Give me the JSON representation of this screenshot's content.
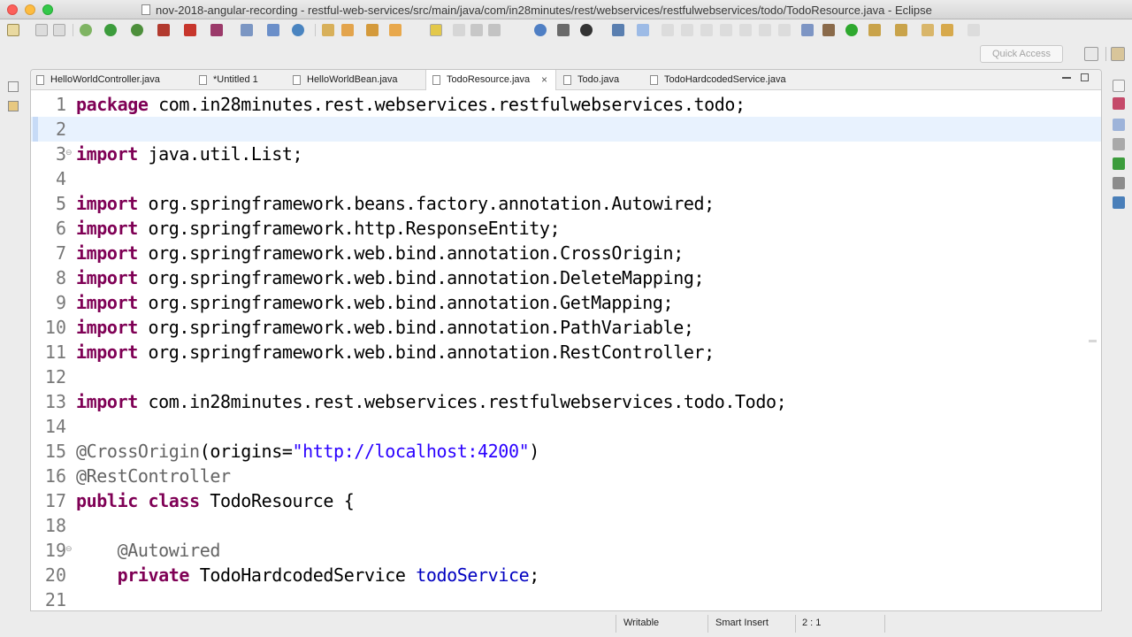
{
  "window": {
    "title": "nov-2018-angular-recording - restful-web-services/src/main/java/com/in28minutes/rest/webservices/restfulwebservices/todo/TodoResource.java - Eclipse"
  },
  "toolbar": {
    "quick_access_placeholder": "Quick Access"
  },
  "tabs": [
    {
      "label": "HelloWorldController.java"
    },
    {
      "label": "*Untitled 1"
    },
    {
      "label": "HelloWorldBean.java"
    },
    {
      "label": "TodoResource.java"
    },
    {
      "label": "Todo.java"
    },
    {
      "label": "TodoHardcodedService.java"
    }
  ],
  "active_tab_close": "×",
  "editor": {
    "current_line": 2,
    "lines": [
      {
        "n": "1",
        "segs": [
          {
            "t": "package",
            "c": "kw"
          },
          {
            "t": " com.in28minutes.rest.webservices.restfulwebservices.todo;",
            "c": ""
          }
        ]
      },
      {
        "n": "2",
        "segs": []
      },
      {
        "n": "3",
        "fold": "⊖",
        "segs": [
          {
            "t": "import",
            "c": "kw"
          },
          {
            "t": " java.util.List;",
            "c": ""
          }
        ]
      },
      {
        "n": "4",
        "segs": []
      },
      {
        "n": "5",
        "segs": [
          {
            "t": "import",
            "c": "kw"
          },
          {
            "t": " org.springframework.beans.factory.annotation.Autowired;",
            "c": ""
          }
        ]
      },
      {
        "n": "6",
        "segs": [
          {
            "t": "import",
            "c": "kw"
          },
          {
            "t": " org.springframework.http.ResponseEntity;",
            "c": ""
          }
        ]
      },
      {
        "n": "7",
        "segs": [
          {
            "t": "import",
            "c": "kw"
          },
          {
            "t": " org.springframework.web.bind.annotation.CrossOrigin;",
            "c": ""
          }
        ]
      },
      {
        "n": "8",
        "segs": [
          {
            "t": "import",
            "c": "kw"
          },
          {
            "t": " org.springframework.web.bind.annotation.DeleteMapping;",
            "c": ""
          }
        ]
      },
      {
        "n": "9",
        "segs": [
          {
            "t": "import",
            "c": "kw"
          },
          {
            "t": " org.springframework.web.bind.annotation.GetMapping;",
            "c": ""
          }
        ]
      },
      {
        "n": "10",
        "segs": [
          {
            "t": "import",
            "c": "kw"
          },
          {
            "t": " org.springframework.web.bind.annotation.PathVariable;",
            "c": ""
          }
        ]
      },
      {
        "n": "11",
        "segs": [
          {
            "t": "import",
            "c": "kw"
          },
          {
            "t": " org.springframework.web.bind.annotation.RestController;",
            "c": ""
          }
        ]
      },
      {
        "n": "12",
        "segs": []
      },
      {
        "n": "13",
        "segs": [
          {
            "t": "import",
            "c": "kw"
          },
          {
            "t": " com.in28minutes.rest.webservices.restfulwebservices.todo.Todo;",
            "c": ""
          }
        ]
      },
      {
        "n": "14",
        "segs": []
      },
      {
        "n": "15",
        "segs": [
          {
            "t": "@CrossOrigin",
            "c": "ann"
          },
          {
            "t": "(origins=",
            "c": ""
          },
          {
            "t": "\"http://localhost:4200\"",
            "c": "str"
          },
          {
            "t": ")",
            "c": ""
          }
        ]
      },
      {
        "n": "16",
        "segs": [
          {
            "t": "@RestController",
            "c": "ann"
          }
        ]
      },
      {
        "n": "17",
        "segs": [
          {
            "t": "public",
            "c": "kw"
          },
          {
            "t": " ",
            "c": ""
          },
          {
            "t": "class",
            "c": "kw"
          },
          {
            "t": " TodoResource {",
            "c": ""
          }
        ]
      },
      {
        "n": "18",
        "segs": []
      },
      {
        "n": "19",
        "fold": "⊖",
        "segs": [
          {
            "t": "    ",
            "c": ""
          },
          {
            "t": "@Autowired",
            "c": "ann"
          }
        ]
      },
      {
        "n": "20",
        "segs": [
          {
            "t": "    ",
            "c": ""
          },
          {
            "t": "private",
            "c": "kw"
          },
          {
            "t": " TodoHardcodedService ",
            "c": ""
          },
          {
            "t": "todoService",
            "c": "fld"
          },
          {
            "t": ";",
            "c": ""
          }
        ]
      },
      {
        "n": "21",
        "segs": []
      }
    ]
  },
  "status": {
    "writable": "Writable",
    "insert_mode": "Smart Insert",
    "position": "2 : 1"
  }
}
